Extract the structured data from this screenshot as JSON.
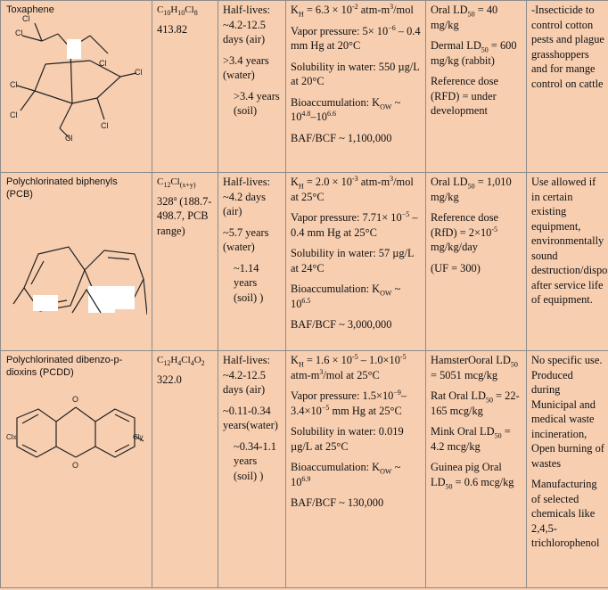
{
  "rows": [
    {
      "chem": "Toxaphene",
      "formula_html": "C<sub>10</sub>H<sub>10</sub>Cl<sub>8</sub>",
      "mw_html": "413.82",
      "structure": {
        "atom_labels": [
          "Cl",
          "Cl",
          "Cl",
          "Cl",
          "Cl",
          "Cl",
          "Cl",
          "Cl"
        ]
      },
      "half_lives": [
        "Half-lives: ~4.2-12.5 days (air)",
        ">3.4 years (water)",
        ">3.4 years (soil)"
      ],
      "properties": [
        "K<sub>H</sub> = 6.3 × 10<sup>-2</sup> atm-m<sup>3</sup>/mol",
        "Vapor pressure: 5× 10<sup>−6</sup> – 0.4 mm Hg at 20°C",
        "Solubility in water: 550 µg/L at 20°C",
        "Bioaccumulation: K<sub>OW</sub> ~ 10<sup>4.8</sup>–10<sup>6.6</sup>",
        "BAF/BCF ~ 1,100,000"
      ],
      "toxicity": [
        "Oral LD<sub>50</sub> = 40 mg/kg",
        "Dermal LD<sub>50</sub> = 600 mg/kg (rabbit)",
        "Reference dose (RFD) = under development"
      ],
      "uses": [
        "-Insecticide to control cotton pests and plague grasshoppers and for mange control on cattle"
      ]
    },
    {
      "chem": "Polychlorinated biphenyls (PCB)",
      "formula_html": "C<sub>12</sub>Cl<sub>(x+y)</sub>",
      "mw_html": "328<sup>a</sup> (188.7-498.7, PCB range)",
      "structure": {},
      "half_lives": [
        "Half-lives: ~4.2 days (air)",
        "~5.7 years (water)",
        "~1.14 years (soil) )"
      ],
      "properties": [
        "K<sub>H</sub> = 2.0 × 10<sup>-3</sup> atm-m<sup>3</sup>/mol at 25°C",
        "Vapor pressure: 7.71× 10<sup>−5</sup> – 0.4 mm Hg at 25°C",
        "Solubility in water: 57 µg/L at 24°C",
        "Bioaccumulation: K<sub>OW</sub> ~ 10<sup>6.5</sup>",
        "BAF/BCF ~ 3,000,000"
      ],
      "toxicity": [
        "Oral LD<sub>50</sub> = 1,010 mg/kg",
        "Reference dose (RfD) = 2×10<sup>-5</sup> mg/kg/day",
        "(UF = 300)"
      ],
      "uses": [
        "Use allowed if in certain existing equipment, environmentally sound destruction/disposal after service life of equipment."
      ]
    },
    {
      "chem": "Polychlorinated dibenzo-p-dioxins (PCDD)",
      "formula_html": "C<sub>12</sub>H<sub>4</sub>Cl<sub>4</sub>O<sub>2</sub>",
      "mw_html": "322.0",
      "structure": {
        "atom_labels": [
          "O",
          "O",
          "Clx",
          "Cly"
        ]
      },
      "half_lives": [
        "Half-lives: ~4.2-12.5 days (air)",
        "~0.11-0.34 years(water)",
        "~0.34-1.1 years (soil) )"
      ],
      "properties": [
        "K<sub>H</sub> = 1.6 × 10<sup>-5</sup> – 1.0×10<sup>-5</sup> atm-m<sup>3</sup>/mol at 25°C",
        "Vapor pressure: 1.5×10<sup>−9</sup>– 3.4×10<sup>−5</sup> mm Hg at 25°C",
        "Solubility in water: 0.019 µg/L at 25°C",
        "Bioaccumulation: K<sub>OW</sub> ~ 10<sup>6.9</sup>",
        "BAF/BCF ~ 130,000"
      ],
      "toxicity": [
        "HamsterOoral LD<sub>50</sub> = 5051 mcg/kg",
        "Rat Oral LD<sub>50</sub> = 22-165 mcg/kg",
        "Mink Oral LD<sub>50</sub> = 4.2 mcg/kg",
        "Guinea pig Oral LD<sub>50</sub> = 0.6 mcg/kg"
      ],
      "uses": [
        "No specific use. Produced during Municipal and medical waste incineration, Open burning of wastes",
        "Manufacturing of selected chemicals like 2,4,5-trichlorophenol"
      ]
    }
  ]
}
